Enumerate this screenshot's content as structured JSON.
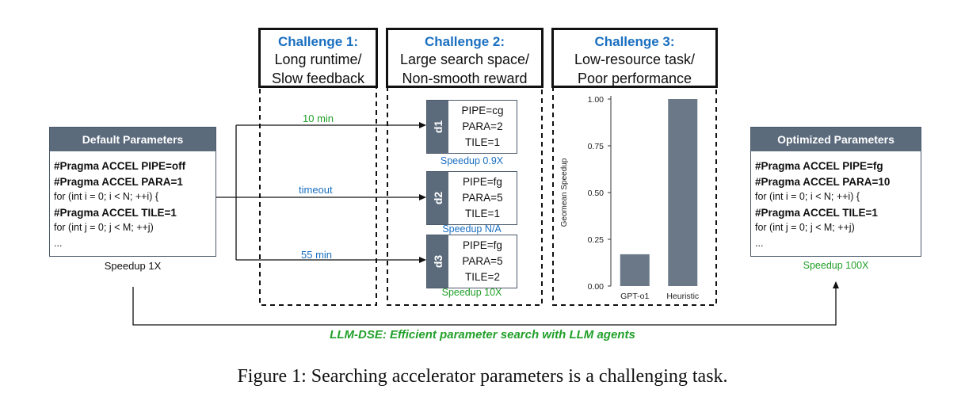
{
  "challenges": [
    {
      "title": "Challenge 1:",
      "line1": "Long runtime/",
      "line2": "Slow feedback"
    },
    {
      "title": "Challenge 2:",
      "line1": "Large search space/",
      "line2": "Non-smooth reward"
    },
    {
      "title": "Challenge 3:",
      "line1": "Low-resource task/",
      "line2": "Poor performance"
    }
  ],
  "default_params": {
    "header": "Default Parameters",
    "lines": [
      "#Pragma ACCEL PIPE=off",
      "#Pragma ACCEL PARA=1",
      "for (int i = 0; i < N; ++i) {",
      "#Pragma ACCEL TILE=1",
      "for (int j = 0;  j < M; ++j)",
      "..."
    ],
    "speedup": "Speedup 1X"
  },
  "optimized_params": {
    "header": "Optimized Parameters",
    "lines": [
      "#Pragma ACCEL PIPE=fg",
      "#Pragma ACCEL PARA=10",
      "for (int i = 0; i < N; ++i) {",
      "#Pragma ACCEL TILE=1",
      "for (int j = 0;  j < M; ++j)",
      "..."
    ],
    "speedup": "Speedup 100X"
  },
  "designs": [
    {
      "id": "d1",
      "time": "10 min",
      "lines": [
        "PIPE=cg",
        "PARA=2",
        "TILE=1"
      ],
      "speedup": "Speedup 0.9X"
    },
    {
      "id": "d2",
      "time": "timeout",
      "lines": [
        "PIPE=fg",
        "PARA=5",
        "TILE=1"
      ],
      "speedup": "Speedup N/A"
    },
    {
      "id": "d3",
      "time": "55 min",
      "lines": [
        "PIPE=fg",
        "PARA=5",
        "TILE=2"
      ],
      "speedup": "Speedup 10X"
    }
  ],
  "bottom_label": "LLM-DSE: Efficient parameter search with LLM agents",
  "caption": "Figure 1: Searching accelerator parameters is a challenging task.",
  "colors": {
    "accent_blue": "#1a6fc0",
    "accent_green": "#22a02a",
    "panel_gray": "#5c6b7c",
    "bar_gray": "#6b7888"
  },
  "chart_data": {
    "type": "bar",
    "categories": [
      "GPT-o1",
      "Heuristic"
    ],
    "values": [
      0.17,
      1.0
    ],
    "ylabel": "Geomean Speedup",
    "ylim": [
      0,
      1.0
    ],
    "yticks": [
      "0.00",
      "0.25",
      "0.50",
      "0.75",
      "1.00"
    ],
    "grid": false
  }
}
